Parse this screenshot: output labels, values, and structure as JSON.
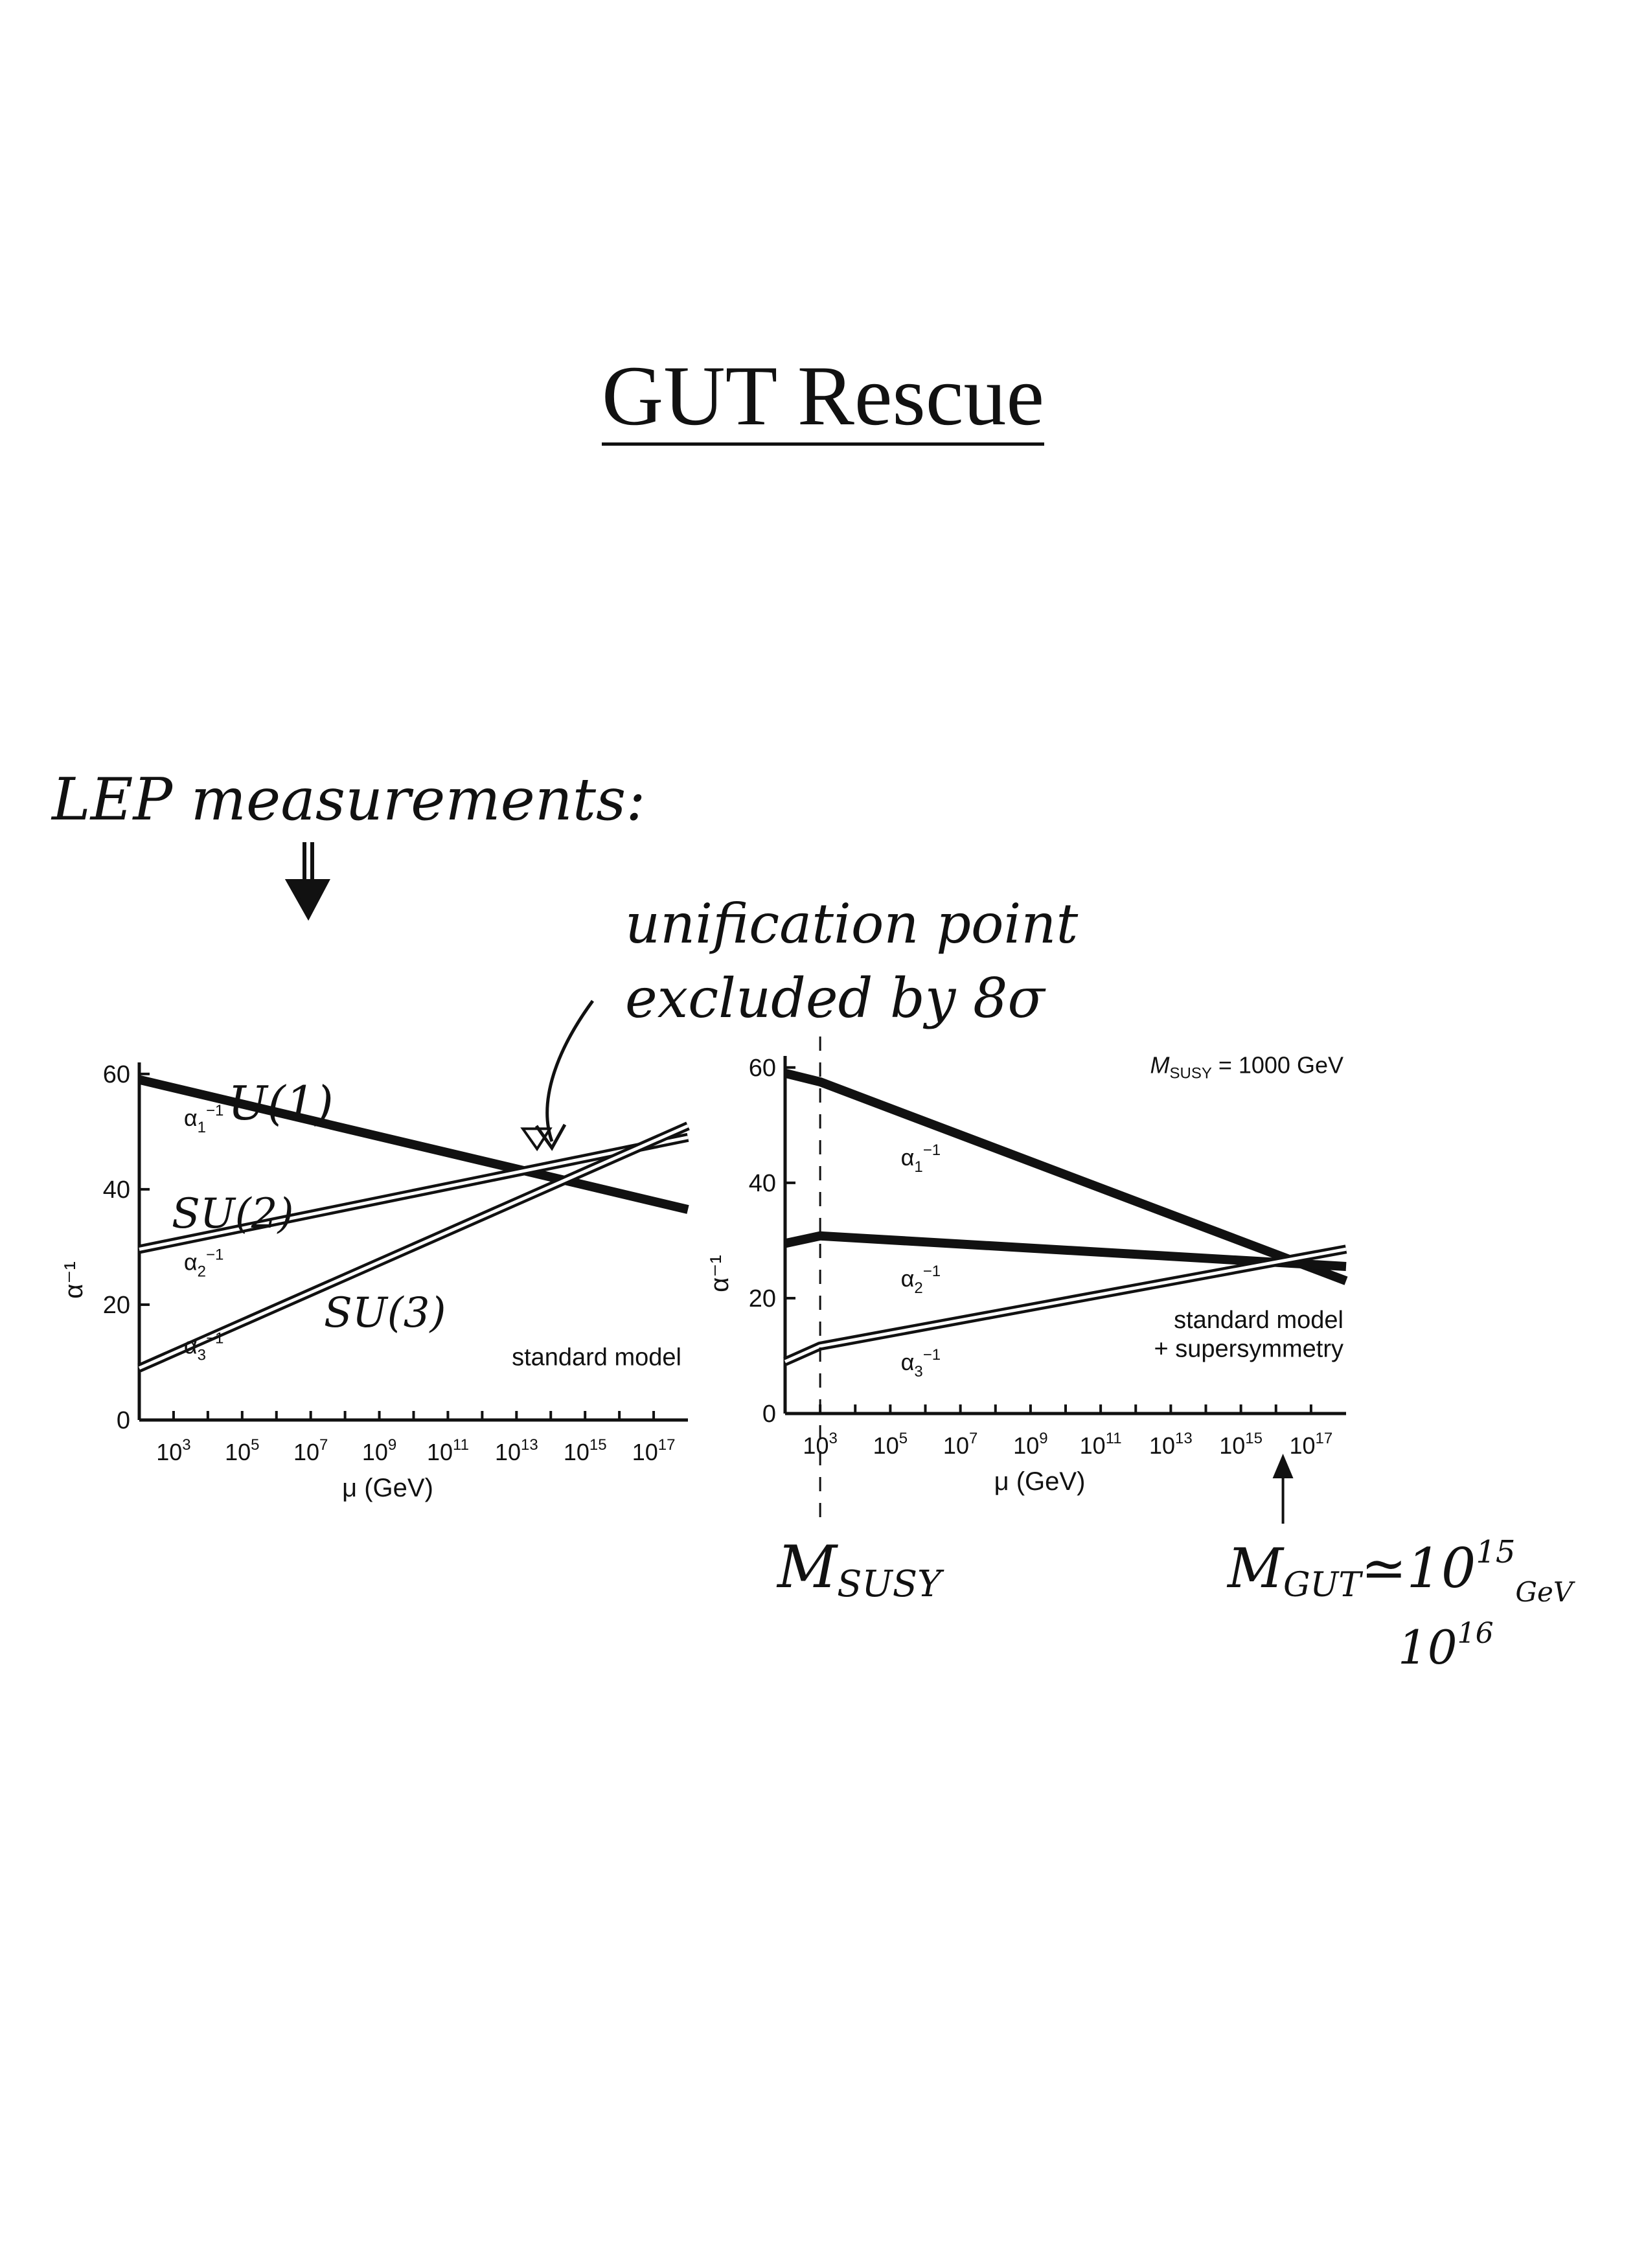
{
  "page": {
    "title": "GUT Rescue"
  },
  "annotations": {
    "lep": "LEP measurements:",
    "unification_line1": "unification point",
    "unification_line2": "excluded by 8σ",
    "u1": "U(1)",
    "su2": "SU(2)",
    "su3": "SU(3)",
    "msusy": "M",
    "msusy_sub": "SUSY",
    "mgut": "M",
    "mgut_sub": "GUT",
    "mgut_approx": "≃10",
    "mgut_exp": "15",
    "mgut_alt": "10",
    "mgut_alt_exp": "16",
    "mgut_unit": "GeV"
  },
  "chart_data": [
    {
      "type": "line",
      "annotation": "standard model",
      "xlabel": "μ (GeV)",
      "ylabel": "α⁻¹",
      "x_scale": "log10",
      "xlim": [
        100,
        1000000000000000000
      ],
      "ylim": [
        0,
        62
      ],
      "y_ticks": [
        "0",
        "20",
        "40",
        "60"
      ],
      "x_ticks": [
        {
          "base": "10",
          "exp": "3",
          "value": 3
        },
        {
          "base": "10",
          "exp": "5",
          "value": 5
        },
        {
          "base": "10",
          "exp": "7",
          "value": 7
        },
        {
          "base": "10",
          "exp": "9",
          "value": 9
        },
        {
          "base": "10",
          "exp": "11",
          "value": 11
        },
        {
          "base": "10",
          "exp": "13",
          "value": 13
        },
        {
          "base": "10",
          "exp": "15",
          "value": 15
        },
        {
          "base": "10",
          "exp": "17",
          "value": 17
        }
      ],
      "series": [
        {
          "name": "α₁⁻¹",
          "style": "thick",
          "log10_mu": [
            2,
            18
          ],
          "values": [
            59,
            36.5
          ]
        },
        {
          "name": "α₂⁻¹",
          "style": "double",
          "log10_mu": [
            2,
            18
          ],
          "values": [
            29.6,
            49
          ]
        },
        {
          "name": "α₃⁻¹",
          "style": "double",
          "log10_mu": [
            2,
            18
          ],
          "values": [
            9,
            51
          ]
        }
      ],
      "series_labels": [
        {
          "base": "α",
          "sub": "1",
          "sup": "−1"
        },
        {
          "base": "α",
          "sub": "2",
          "sup": "−1"
        },
        {
          "base": "α",
          "sub": "3",
          "sup": "−1"
        }
      ]
    },
    {
      "type": "line",
      "annotation": "standard model",
      "annotation2": "+ supersymmetry",
      "inset_label": "M",
      "inset_sub": "SUSY",
      "inset_value": "= 1000 GeV",
      "xlabel": "μ (GeV)",
      "ylabel": "α⁻¹",
      "x_scale": "log10",
      "xlim": [
        100,
        1000000000000000000
      ],
      "ylim": [
        0,
        62
      ],
      "y_ticks": [
        "0",
        "20",
        "40",
        "60"
      ],
      "x_ticks": [
        {
          "base": "10",
          "exp": "3",
          "value": 3
        },
        {
          "base": "10",
          "exp": "5",
          "value": 5
        },
        {
          "base": "10",
          "exp": "7",
          "value": 7
        },
        {
          "base": "10",
          "exp": "9",
          "value": 9
        },
        {
          "base": "10",
          "exp": "11",
          "value": 11
        },
        {
          "base": "10",
          "exp": "13",
          "value": 13
        },
        {
          "base": "10",
          "exp": "15",
          "value": 15
        },
        {
          "base": "10",
          "exp": "17",
          "value": 17
        }
      ],
      "series": [
        {
          "name": "α₁⁻¹",
          "style": "thick",
          "log10_mu": [
            2,
            3,
            18
          ],
          "values": [
            59,
            57.5,
            23
          ]
        },
        {
          "name": "α₂⁻¹",
          "style": "thick",
          "log10_mu": [
            2,
            3,
            18
          ],
          "values": [
            29.5,
            30.8,
            25.5
          ]
        },
        {
          "name": "α₃⁻¹",
          "style": "double",
          "log10_mu": [
            2,
            3,
            18
          ],
          "values": [
            9,
            11.7,
            28.5
          ]
        }
      ],
      "series_labels": [
        {
          "base": "α",
          "sub": "1",
          "sup": "−1"
        },
        {
          "base": "α",
          "sub": "2",
          "sup": "−1"
        },
        {
          "base": "α",
          "sub": "3",
          "sup": "−1"
        }
      ],
      "msusy_log10": 3,
      "mgut_log10": 16.2
    }
  ]
}
